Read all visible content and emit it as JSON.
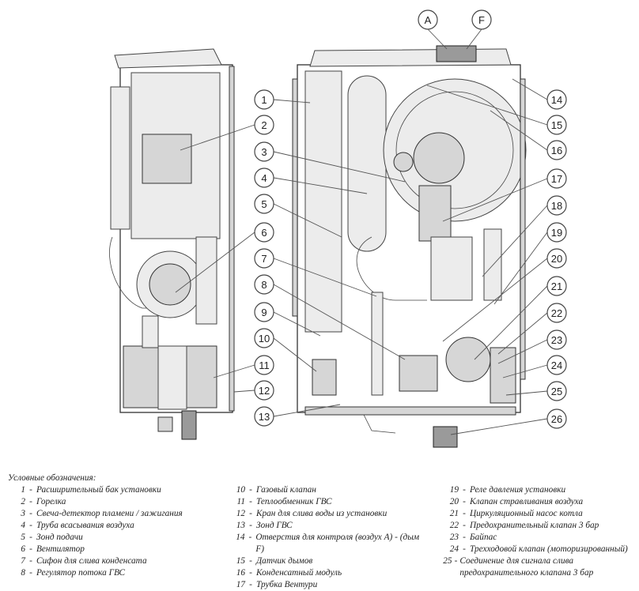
{
  "top_labels": [
    "A",
    "F"
  ],
  "callouts_left": [
    "1",
    "2",
    "3",
    "4",
    "5",
    "6",
    "7",
    "8",
    "9",
    "10",
    "11",
    "12",
    "13"
  ],
  "callouts_right": [
    "14",
    "15",
    "16",
    "17",
    "18",
    "19",
    "20",
    "21",
    "22",
    "23",
    "24",
    "25",
    "26"
  ],
  "legend": {
    "title": "Условные обозначения:",
    "col1": [
      {
        "n": "1",
        "t": "Расширительный бак установки"
      },
      {
        "n": "2",
        "t": "Горелка"
      },
      {
        "n": "3",
        "t": "Свеча-детектор пламени / зажигания"
      },
      {
        "n": "4",
        "t": "Труба всасывания воздуха"
      },
      {
        "n": "5",
        "t": "Зонд подачи"
      },
      {
        "n": "6",
        "t": "Вентилятор"
      },
      {
        "n": "7",
        "t": "Сифон для слива конденсата"
      },
      {
        "n": "8",
        "t": "Регулятор потока ГВС"
      }
    ],
    "col2": [
      {
        "n": "10",
        "t": "Газовый клапан"
      },
      {
        "n": "11",
        "t": "Теплообменник ГВС"
      },
      {
        "n": "12",
        "t": "Кран для слива воды из установки"
      },
      {
        "n": "13",
        "t": "Зонд ГВС"
      },
      {
        "n": "14",
        "t": "Отверстия для контроля (воздух А) - (дым F)"
      },
      {
        "n": "15",
        "t": "Датчик дымов"
      },
      {
        "n": "16",
        "t": "Конденсатный модуль"
      },
      {
        "n": "17",
        "t": "Трубка Вентури"
      }
    ],
    "col3": [
      {
        "n": "19",
        "t": "Реле давления установки"
      },
      {
        "n": "20",
        "t": "Клапан стравливания воздуха"
      },
      {
        "n": "21",
        "t": "Циркуляционный насос котла"
      },
      {
        "n": "22",
        "t": "Предохранительный клапан 3 бар"
      },
      {
        "n": "23",
        "t": "Байпас"
      },
      {
        "n": "24",
        "t": "Трехходовой клапан (моторизированный)"
      },
      {
        "n": "25",
        "t": "Соединение для сигнала слива предохранительного клапана 3 бар"
      }
    ]
  }
}
